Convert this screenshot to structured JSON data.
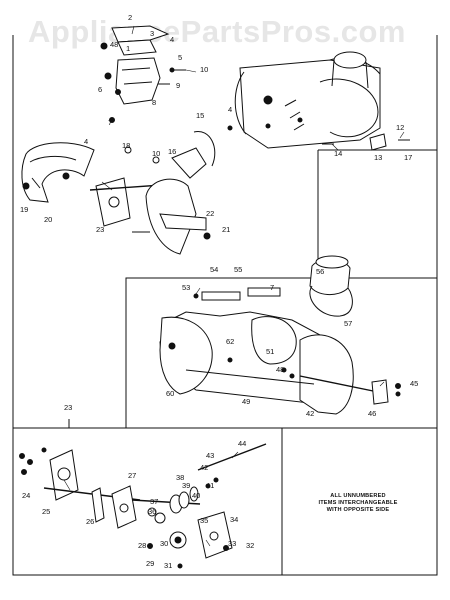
{
  "watermark": "AppliancePartsPros.com",
  "note": [
    "ALL UNNUMBERED",
    "ITEMS INTERCHANGEABLE",
    "WITH OPPOSITE SIDE"
  ],
  "callouts": [
    "2",
    "3",
    "4",
    "48",
    "1",
    "5",
    "9",
    "10",
    "6",
    "8",
    "7",
    "4",
    "19",
    "20",
    "23",
    "18",
    "10",
    "16",
    "15",
    "4",
    "14",
    "12",
    "13",
    "17",
    "22",
    "21",
    "54",
    "55",
    "56",
    "53",
    "7",
    "57",
    "62",
    "51",
    "60",
    "48",
    "49",
    "42",
    "46",
    "45",
    "23",
    "24",
    "25",
    "26",
    "27",
    "43",
    "42",
    "44",
    "38",
    "39",
    "41",
    "40",
    "37",
    "36",
    "35",
    "34",
    "33",
    "32",
    "28",
    "30",
    "29",
    "31"
  ]
}
